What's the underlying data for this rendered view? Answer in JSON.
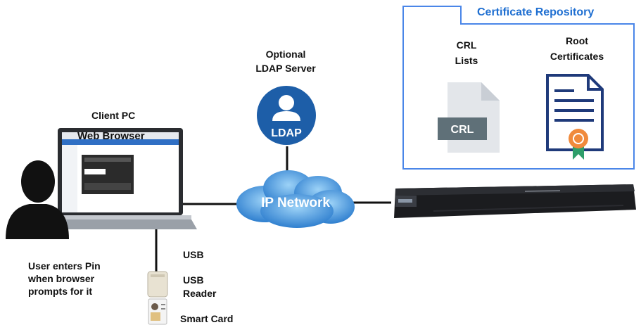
{
  "repository": {
    "title": "Certificate Repository",
    "crl_label_line1": "CRL",
    "crl_label_line2": "Lists",
    "crl_file_text": "CRL",
    "root_label_line1": "Root",
    "root_label_line2": "Certificates"
  },
  "ldap": {
    "label_line1": "Optional",
    "label_line2": "LDAP Server",
    "badge_text": "LDAP"
  },
  "client": {
    "label": "Client PC",
    "browser_label": "Web Browser"
  },
  "network": {
    "label": "IP Network"
  },
  "user": {
    "caption_line1": "User enters Pin",
    "caption_line2": "when browser",
    "caption_line3": "prompts for it"
  },
  "usb": {
    "usb_label": "USB",
    "reader_line1": "USB",
    "reader_line2": "Reader",
    "smart_card_label": "Smart Card"
  },
  "colors": {
    "accent_blue": "#1f6fd1",
    "repository_border": "#4a86e8",
    "ldap_blue": "#1d5ea8",
    "cert_navy": "#1f3a7a",
    "cert_ribbon": "#2e9e6a",
    "cert_seal": "#f08a3c",
    "cloud_blue": "#3a8fd6"
  }
}
